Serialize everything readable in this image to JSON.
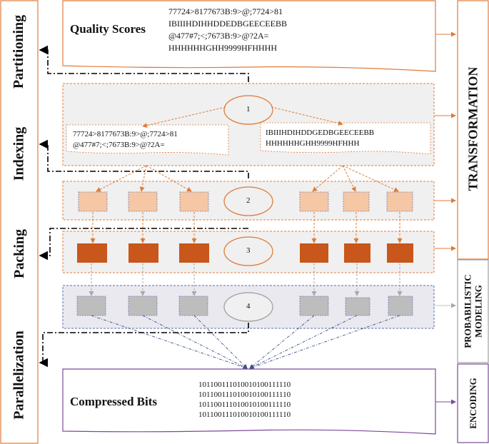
{
  "side_labels": {
    "partitioning": "Partitioning",
    "indexing": "Indexing",
    "packing": "Packing",
    "parallelization": "Parallelization"
  },
  "right_labels": {
    "transformation": "TRANSFORMATION",
    "probabilistic_modeling": [
      "PROBABILISTIC",
      "MODELING"
    ],
    "encoding": "ENCODING"
  },
  "quality_scores": {
    "title": "Quality Scores",
    "lines": [
      "77724>8177673B:9>@;7724>81",
      "IBIIIHDIHHDDEDBGEECEEBB",
      "@477#7;<;7673B:9>@?2A=",
      "HHHHHHGHH9999HFHHHH"
    ]
  },
  "stages": {
    "s1": "1",
    "s2": "2",
    "s3": "3",
    "s4": "4"
  },
  "fragments": {
    "left": [
      "77724>8177673B:9>@;7724>81",
      "@477#7;<;7673B:9>@?2A="
    ],
    "right": [
      "IBIIIHDIHDDGEDBGEECEEBB",
      "HHHHHHGHH9999HFHHH"
    ]
  },
  "compressed": {
    "title": "Compressed Bits",
    "lines": [
      "101100111010010100111110",
      "101100111010010100111110",
      "101100111010010100111110",
      "101100111010010100111110"
    ]
  },
  "colors": {
    "orange": "#e07b39",
    "light_orange": "#f6c7a4",
    "dark_orange": "#c9561a",
    "gray": "#bdbdbd",
    "blue_dash": "#5b6fa8",
    "purple": "#7b4a9a",
    "panel_bg": "#f0f0f0"
  }
}
